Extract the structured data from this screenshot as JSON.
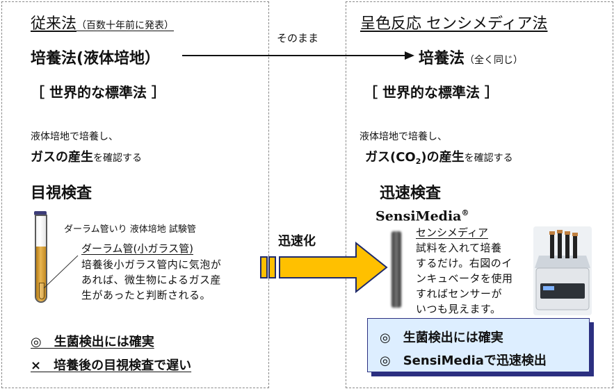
{
  "left": {
    "title": "従来法",
    "title_note": "（百数十年前に発表）",
    "method": "培養法(液体培地）",
    "standard": "［ 世界的な標準法 ］",
    "desc_line1": "液体培地で培養し、",
    "desc_bold": "ガスの産生",
    "desc_rest": "を確認する",
    "inspection": "目視検査",
    "tube_label": "ダーラム管いり 液体培地 試験管",
    "durham_title": "ダーラム管(小ガラス管)",
    "durham_desc": [
      "培養後小ガラス管内に気泡が",
      "あれば、微生物によるガス産",
      "生があったと判断される。"
    ],
    "summary1": "◎　生菌検出には確実",
    "summary2": "×　培養後の目視検査で遅い"
  },
  "middle": {
    "as_is": "そのまま",
    "speedup": "迅速化"
  },
  "right": {
    "title": "呈色反応 センシメディア法",
    "method": "培養法",
    "method_note": "（全く同じ）",
    "standard": "［ 世界的な標準法 ］",
    "desc_line1": "液体培地で培養し、",
    "desc_bold_a": "ガス(CO",
    "desc_sub": "2",
    "desc_bold_b": ")の産生",
    "desc_rest": "を確認する",
    "inspection": "迅速検査",
    "brand": "SensiMedia",
    "brand_mark": "®",
    "sensi_title": "センシメディア",
    "sensi_desc": [
      "試料を入れて培養",
      "するだけ。右図のイ",
      "ンキュベータを使用",
      "すればセンサーが",
      "いつも見えます。"
    ],
    "summary1": "◎　生菌検出には確実",
    "summary2": "◎　SensiMediaで迅速検出"
  },
  "colors": {
    "arrow_fill": "#ffc000",
    "arrow_stroke": "#1f2a6b",
    "summary_bg": "#ddeeff",
    "summary_border": "#2b2f80"
  }
}
